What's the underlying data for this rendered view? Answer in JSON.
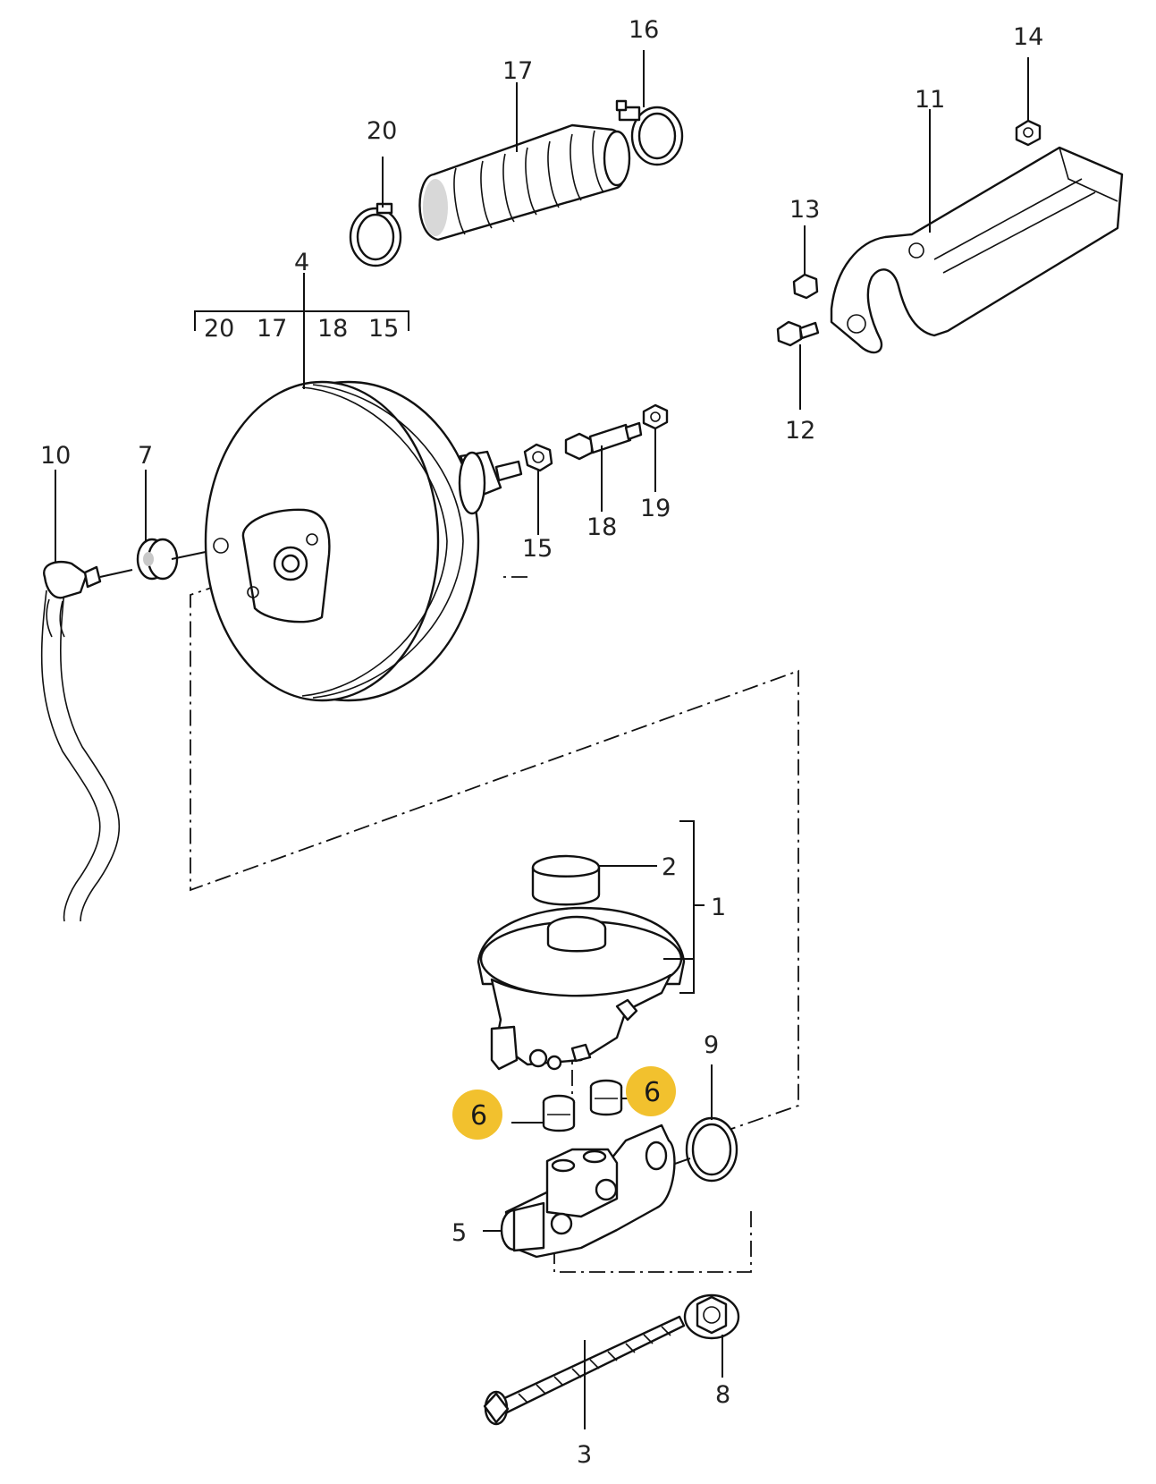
{
  "highlight_color": "#F2C12E",
  "callouts": {
    "c1": "1",
    "c2": "2",
    "c3": "3",
    "c4": "4",
    "c5": "5",
    "c6a": "6",
    "c6b": "6",
    "c7": "7",
    "c8": "8",
    "c9": "9",
    "c10": "10",
    "c11": "11",
    "c12": "12",
    "c13": "13",
    "c14": "14",
    "c15": "15",
    "c16": "16",
    "c17": "17",
    "c18": "18",
    "c19": "19",
    "c20": "20"
  },
  "kit_group": {
    "items": [
      "20",
      "17",
      "18",
      "15"
    ]
  }
}
